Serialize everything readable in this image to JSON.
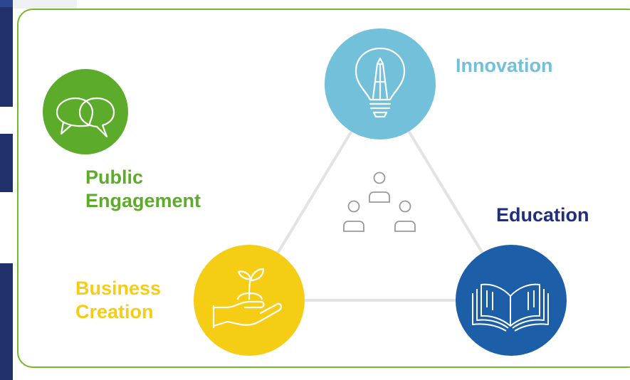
{
  "nodes": {
    "innovation": {
      "label": "Innovation",
      "icon": "lightbulb-icon",
      "color": "#72c0da"
    },
    "education": {
      "label": "Education",
      "icon": "open-book-icon",
      "color": "#1c5fa8",
      "label_color": "#1f2f7d"
    },
    "business_creation": {
      "label_line1": "Business",
      "label_line2": "Creation",
      "icon": "seedling-in-hand-icon",
      "color": "#f6cd15"
    },
    "public_engagement": {
      "label_line1": "Public",
      "label_line2": "Engagement",
      "icon": "speech-bubbles-icon",
      "color": "#5dab2b"
    }
  },
  "center": {
    "icon": "people-group-icon"
  },
  "colors": {
    "panel_border": "#76b82a",
    "connector": "#e3e3e3"
  }
}
